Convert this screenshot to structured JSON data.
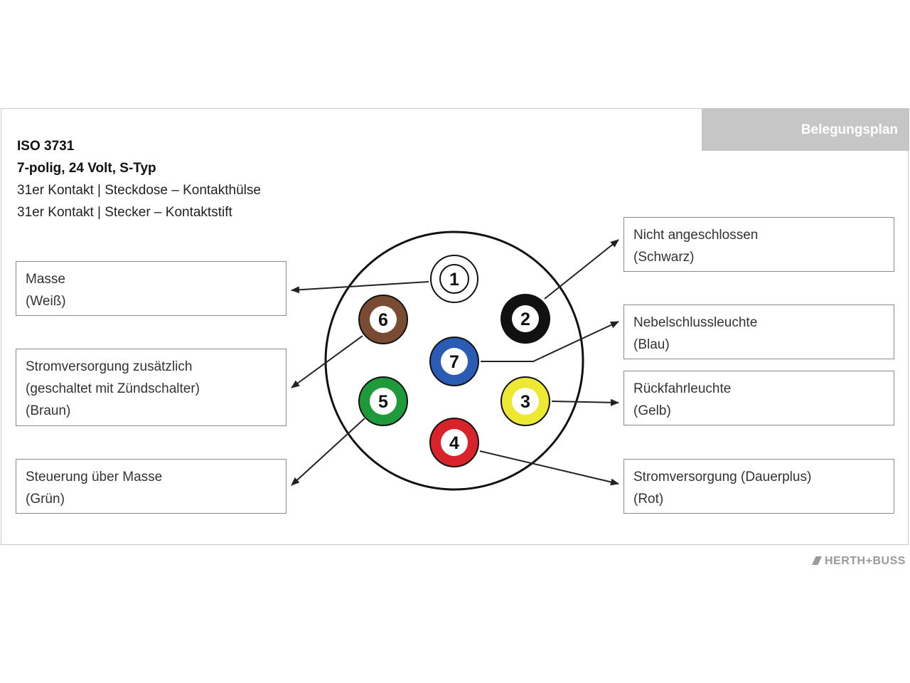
{
  "header": {
    "standard": "ISO 3731",
    "variant": "7-polig, 24 Volt, S-Typ",
    "contact_socket": "31er Kontakt | Steckdose – Kontakthülse",
    "contact_plug": "31er Kontakt | Stecker – Kontaktstift"
  },
  "tag": "Belegungsplan",
  "pins": [
    {
      "number": "1",
      "color": "#ffffff",
      "label": "Masse",
      "wire": "(Weiß)"
    },
    {
      "number": "2",
      "color": "#111111",
      "label": "Nicht angeschlossen",
      "wire": "(Schwarz)"
    },
    {
      "number": "3",
      "color": "#ede832",
      "label": "Rückfahrleuchte",
      "wire": "(Gelb)"
    },
    {
      "number": "4",
      "color": "#d8232a",
      "label": "Stromversorgung (Dauerplus)",
      "wire": "(Rot)"
    },
    {
      "number": "5",
      "color": "#1e9a3a",
      "label": "Steuerung über Masse",
      "wire": "(Grün)"
    },
    {
      "number": "6",
      "color": "#7a4b33",
      "label": "Stromversorgung zusätzlich",
      "label2": "(geschaltet mit Zündschalter)",
      "wire": "(Braun)"
    },
    {
      "number": "7",
      "color": "#2a5cb5",
      "label": "Nebelschlussleuchte",
      "wire": "(Blau)"
    }
  ],
  "logo": "HERTH+BUSS"
}
